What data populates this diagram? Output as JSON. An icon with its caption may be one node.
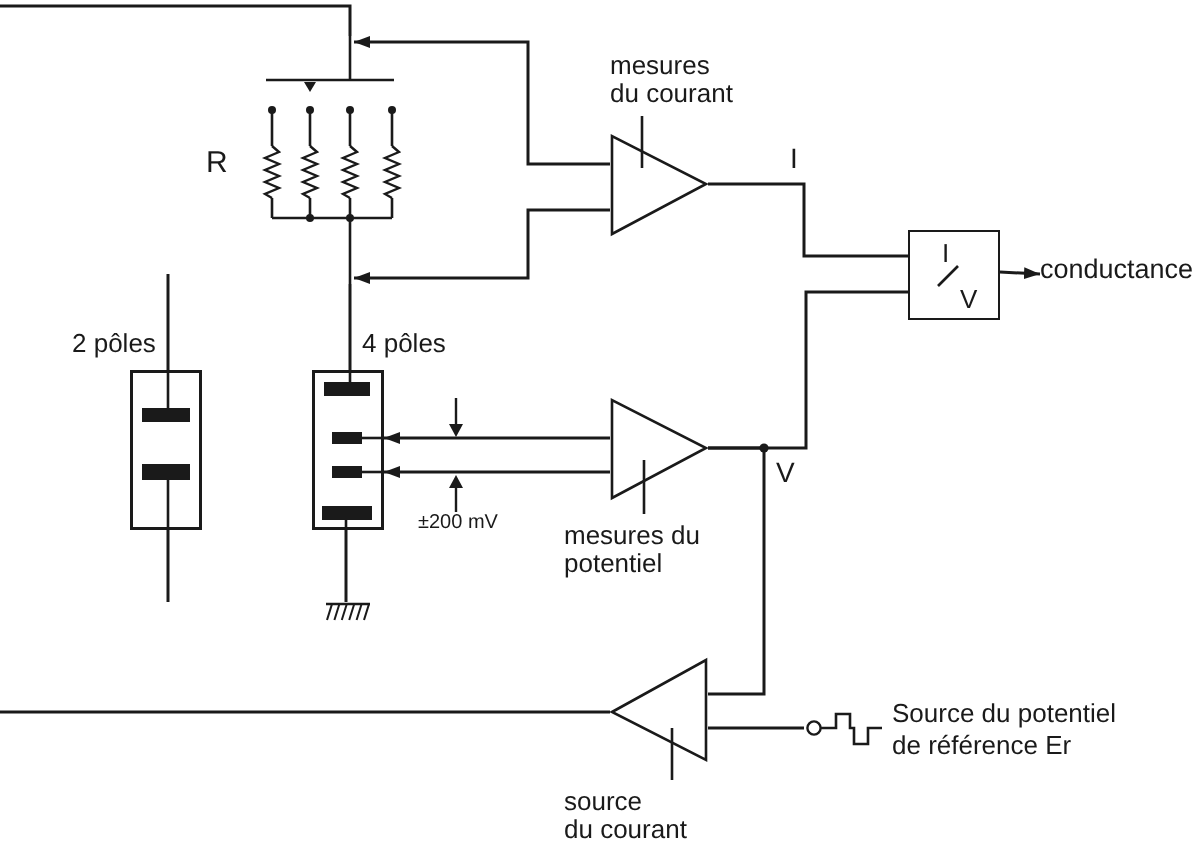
{
  "diagram": {
    "nodes": [
      {
        "text": [
          "R"
        ]
      },
      {
        "text": [
          "mesures du courant"
        ]
      },
      {
        "text": [
          "I",
          "V"
        ]
      },
      {
        "text": [
          "conductance"
        ]
      },
      {
        "text": [
          "2 pôles"
        ]
      },
      {
        "text": [
          "4 pôles"
        ]
      },
      {
        "text": [
          "mesures du potentiel"
        ]
      },
      {
        "text": [],
        "shape": "ground"
      },
      {
        "text": [
          "source du courant"
        ]
      },
      {
        "text": [
          "Source du potentiel de référence Er"
        ]
      }
    ],
    "edges": [
      {
        "from": null,
        "to": 0,
        "arrow": "none"
      },
      {
        "from": 1,
        "to": 0,
        "arrow": "to"
      },
      {
        "from": 1,
        "to": 0,
        "arrow": "to"
      },
      {
        "from": 0,
        "to": 5,
        "arrow": "none"
      },
      {
        "from": 1,
        "to": 2,
        "arrow": "none",
        "label": "I"
      },
      {
        "from": 2,
        "to": 3,
        "arrow": "to"
      },
      {
        "from": 6,
        "to": 5,
        "arrow": "to"
      },
      {
        "from": 6,
        "to": 5,
        "arrow": "to"
      },
      {
        "from": 6,
        "to": 2,
        "arrow": "none",
        "label": "V"
      },
      {
        "from": 6,
        "to": 8,
        "arrow": "none"
      },
      {
        "from": 9,
        "to": 8,
        "arrow": "none"
      },
      {
        "from": 8,
        "to": null,
        "arrow": "none"
      },
      {
        "from": 5,
        "to": 7,
        "arrow": "none"
      },
      {
        "from": null,
        "to": 4,
        "arrow": "none"
      },
      {
        "from": 4,
        "to": null,
        "arrow": "none"
      }
    ],
    "labels": [
      "±200 mV"
    ]
  }
}
